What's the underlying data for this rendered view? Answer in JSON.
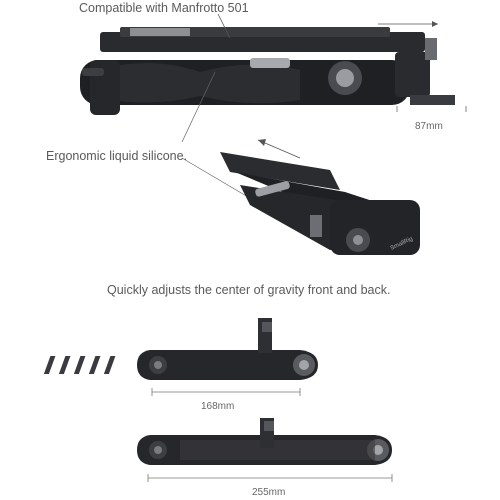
{
  "labels": {
    "compat": "Compatible with Manfrotto 501",
    "width": "87mm",
    "ergonomic": "Ergonomic liquid silicone.",
    "gravity": "Quickly adjusts the center of gravity front and back.",
    "arm_short": "168mm",
    "arm_long": "255mm"
  },
  "brand": {
    "logo_text": "SmallRig"
  }
}
